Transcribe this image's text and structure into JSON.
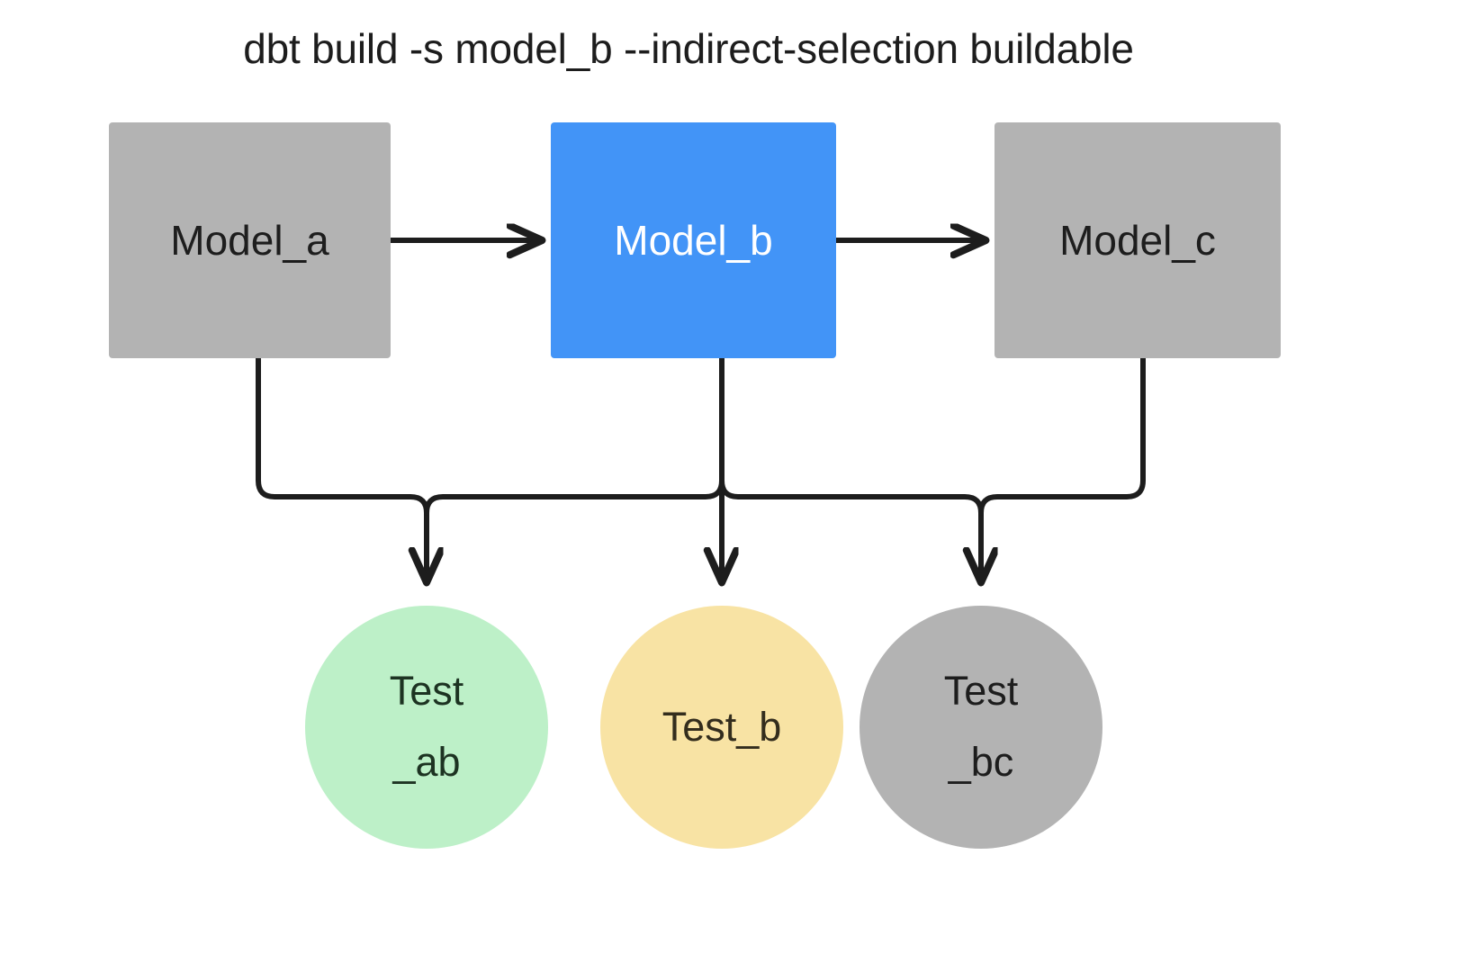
{
  "title": "dbt build -s model_b --indirect-selection buildable",
  "colors": {
    "background": "#ffffff",
    "gray_node": "#b3b3b3",
    "blue_node": "#4294f7",
    "green_node": "#bdf0c8",
    "yellow_node": "#f8e3a4",
    "edge": "#1d1d1d",
    "text_dark": "#1d1d1d",
    "text_light": "#ffffff"
  },
  "models": [
    {
      "id": "model_a",
      "label": "Model_a",
      "fill": "#b3b3b3",
      "text_color": "#1d1d1d"
    },
    {
      "id": "model_b",
      "label": "Model_b",
      "fill": "#4294f7",
      "text_color": "#ffffff"
    },
    {
      "id": "model_c",
      "label": "Model_c",
      "fill": "#b3b3b3",
      "text_color": "#1d1d1d"
    }
  ],
  "tests": [
    {
      "id": "test_ab",
      "line1": "Test",
      "line2": "_ab",
      "fill": "#bdf0c8",
      "text_color": "#1d3322"
    },
    {
      "id": "test_b",
      "line1": "Test_b",
      "line2": "",
      "fill": "#f8e3a4",
      "text_color": "#332d1d"
    },
    {
      "id": "test_bc",
      "line1": "Test",
      "line2": "_bc",
      "fill": "#b3b3b3",
      "text_color": "#1d1d1d"
    }
  ],
  "edges": [
    {
      "from": "model_a",
      "to": "model_b",
      "kind": "horizontal-arrow"
    },
    {
      "from": "model_b",
      "to": "model_c",
      "kind": "horizontal-arrow"
    },
    {
      "from": "model_a",
      "to": "test_ab",
      "kind": "elbow-arrow"
    },
    {
      "from": "model_b",
      "to": "test_ab",
      "kind": "elbow-arrow"
    },
    {
      "from": "model_b",
      "to": "test_b",
      "kind": "straight-arrow"
    },
    {
      "from": "model_b",
      "to": "test_bc",
      "kind": "elbow-arrow"
    },
    {
      "from": "model_c",
      "to": "test_bc",
      "kind": "elbow-arrow"
    }
  ]
}
